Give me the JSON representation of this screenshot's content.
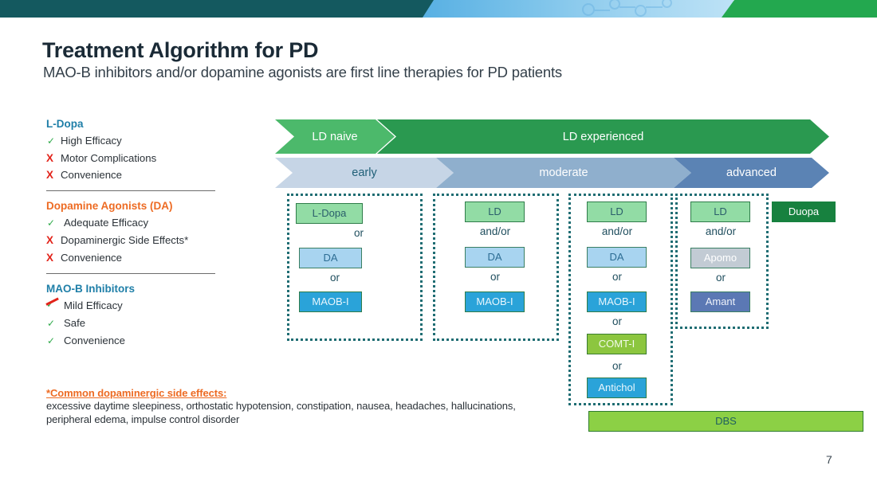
{
  "banner": {
    "dark_color": "#14595f",
    "blue_color": "#7cc3ea",
    "green_color": "#23a84f"
  },
  "header": {
    "title": "Treatment Algorithm for PD",
    "subtitle": "MAO-B inhibitors and/or dopamine agonists are first line therapies for PD patients"
  },
  "sidebar": {
    "sections": [
      {
        "heading": "L-Dopa",
        "heading_color": "#1f7fa8",
        "items": [
          {
            "mark": "check-icon",
            "label": "High Efficacy"
          },
          {
            "mark": "x-icon",
            "label": "Motor Complications"
          },
          {
            "mark": "x-icon",
            "label": "Convenience"
          }
        ]
      },
      {
        "heading": "Dopamine Agonists (DA)",
        "heading_color": "#ed6b23",
        "items": [
          {
            "mark": "check-icon",
            "label": "Adequate Efficacy"
          },
          {
            "mark": "x-icon",
            "label": "Dopaminergic Side Effects*"
          },
          {
            "mark": "x-icon",
            "label": "Convenience"
          }
        ]
      },
      {
        "heading": "MAO-B Inhibitors",
        "heading_color": "#1f7fa8",
        "items": [
          {
            "mark": "check-slashed-icon",
            "label": "Mild Efficacy"
          },
          {
            "mark": "check-icon",
            "label": "Safe"
          },
          {
            "mark": "check-icon",
            "label": "Convenience"
          }
        ]
      }
    ],
    "footnote_heading": "*Common dopaminergic side effects:",
    "footnote_body": "excessive daytime sleepiness, orthostatic hypotension, constipation, nausea, headaches, hallucinations, peripheral edema, impulse control disorder"
  },
  "diagram": {
    "exposure_row": [
      {
        "label": "LD naive",
        "color": "#4cb96b"
      },
      {
        "label": "LD experienced",
        "color": "#2a9950"
      }
    ],
    "stage_row": [
      {
        "label": "early",
        "color": "#c6d5e6"
      },
      {
        "label": "moderate",
        "color": "#8fafcd"
      },
      {
        "label": "advanced",
        "color": "#5b83b4"
      }
    ],
    "columns": [
      {
        "name": "early-column",
        "nodes": [
          {
            "label": "L-Dopa",
            "style": "c-ld"
          },
          {
            "label": "DA",
            "style": "c-da"
          },
          {
            "label": "MAOB-I",
            "style": "c-maob"
          }
        ],
        "connectors": [
          "or",
          "or"
        ]
      },
      {
        "name": "moderate-left-column",
        "nodes": [
          {
            "label": "LD",
            "style": "c-ld"
          },
          {
            "label": "DA",
            "style": "c-da"
          },
          {
            "label": "MAOB-I",
            "style": "c-maob"
          }
        ],
        "connectors": [
          "and/or",
          "or"
        ]
      },
      {
        "name": "moderate-right-column",
        "nodes": [
          {
            "label": "LD",
            "style": "c-ld"
          },
          {
            "label": "DA",
            "style": "c-da"
          },
          {
            "label": "MAOB-I",
            "style": "c-maob"
          },
          {
            "label": "COMT-I",
            "style": "c-comt"
          },
          {
            "label": "Antichol",
            "style": "c_anti"
          }
        ],
        "connectors": [
          "and/or",
          "or",
          "or",
          "or"
        ]
      },
      {
        "name": "advanced-column",
        "nodes": [
          {
            "label": "LD",
            "style": "c-ld"
          },
          {
            "label": "Apomo",
            "style": "c-apom"
          },
          {
            "label": "Amant",
            "style": "c-aman"
          }
        ],
        "connectors": [
          "and/or",
          "or"
        ]
      }
    ],
    "duopa": {
      "label": "Duopa",
      "color": "#17813f"
    },
    "dbs": {
      "label": "DBS",
      "color": "#8cd045"
    }
  },
  "page_number": "7"
}
